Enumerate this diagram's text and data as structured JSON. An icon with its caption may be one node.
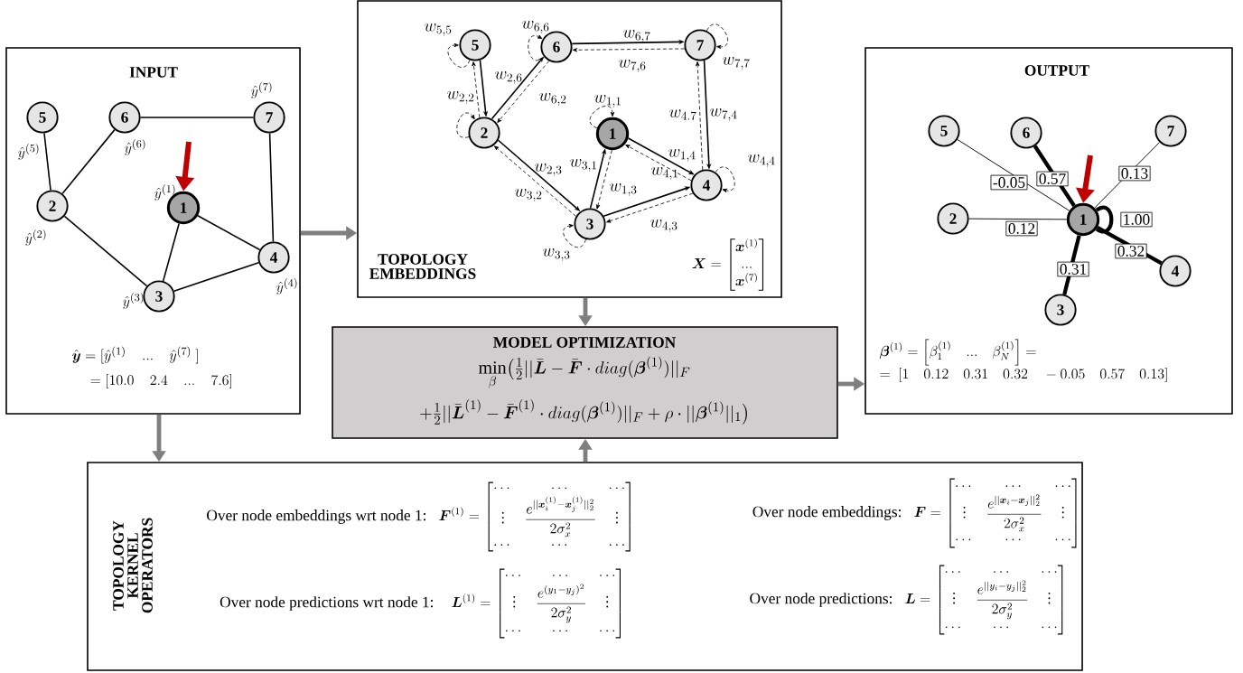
{
  "diagram": {
    "nodes": [
      {
        "text": [
          "INPUT",
          "\\hat{\\boldsymbol{y}} = [\\hat{y}^{(1)} \\quad ... \\quad \\hat{y}^{(7)}\\ ]",
          "= [10.0 \\quad 2.4 \\quad ... \\quad 7.6]"
        ]
      },
      {
        "text": [
          "1"
        ],
        "in": 0,
        "beside": [
          "\\hat{y}^{(1)}"
        ]
      },
      {
        "text": [
          "2"
        ],
        "in": 0,
        "beside": [
          "\\hat{y}^{(2)}"
        ]
      },
      {
        "text": [
          "3"
        ],
        "in": 0,
        "beside": [
          "\\hat{y}^{(3)}"
        ]
      },
      {
        "text": [
          "4"
        ],
        "in": 0,
        "beside": [
          "\\hat{y}^{(4)}"
        ]
      },
      {
        "text": [
          "5"
        ],
        "in": 0,
        "beside": [
          "\\hat{y}^{(5)}"
        ]
      },
      {
        "text": [
          "6"
        ],
        "in": 0,
        "beside": [
          "\\hat{y}^{(6)}"
        ]
      },
      {
        "text": [
          "7"
        ],
        "in": 0,
        "beside": [
          "\\hat{y}^{(7)}"
        ]
      },
      {
        "text": [
          "TOPOLOGY EMBEDDINGS",
          "\\boldsymbol{X} = \\begin{bmatrix}\\boldsymbol{x}^{(1)} \\\\ ... \\\\ \\boldsymbol{x}^{(7)}\\end{bmatrix}"
        ]
      },
      {
        "text": [
          "1"
        ],
        "in": 8
      },
      {
        "text": [
          "2"
        ],
        "in": 8
      },
      {
        "text": [
          "3"
        ],
        "in": 8
      },
      {
        "text": [
          "4"
        ],
        "in": 8
      },
      {
        "text": [
          "5"
        ],
        "in": 8
      },
      {
        "text": [
          "6"
        ],
        "in": 8
      },
      {
        "text": [
          "7"
        ],
        "in": 8
      },
      {
        "text": [
          "OUTPUT",
          "\\boldsymbol{\\beta}^{(1)} = \\left[\\beta_1^{(1)} \\quad ... \\quad \\beta_N^{(1)}\\right] =",
          "= \\ [1 \\quad 0.12 \\quad 0.31 \\quad 0.32 \\quad -0.05 \\quad 0.57 \\quad 0.13]"
        ]
      },
      {
        "text": [
          "1"
        ],
        "in": 16
      },
      {
        "text": [
          "2"
        ],
        "in": 16
      },
      {
        "text": [
          "3"
        ],
        "in": 16
      },
      {
        "text": [
          "4"
        ],
        "in": 16
      },
      {
        "text": [
          "5"
        ],
        "in": 16
      },
      {
        "text": [
          "6"
        ],
        "in": 16
      },
      {
        "text": [
          "7"
        ],
        "in": 16
      },
      {
        "text": [
          "MODEL OPTIMIZATION",
          "\\min_{\\beta}\\bigl(\\tfrac{1}{2}||\\bar{\\boldsymbol{L}} - \\bar{\\boldsymbol{F}} \\cdot diag(\\boldsymbol{\\beta}^{(1)})||_F",
          "+ \\tfrac{1}{2}||\\bar{\\boldsymbol{L}}^{(1)} - \\bar{\\boldsymbol{F}}^{(1)} \\cdot diag(\\boldsymbol{\\beta}^{(1)})||_F + \\rho \\cdot ||\\boldsymbol{\\beta}^{(1)}||_1\\bigr)"
        ]
      },
      {
        "text": [
          "TOPOLOGY KERNEL OPERATORS",
          "Over node embeddings wrt node 1:",
          "\\boldsymbol{F}^{(1)} = \\begin{bmatrix}\\cdots & \\cdots & \\cdots \\\\ \\vdots & \\dfrac{e^{||\\boldsymbol{x}_i^{(1)}-\\boldsymbol{x}_j^{(1)}||_2^2}}{2\\sigma_x^2} & \\vdots \\\\ \\cdots & \\cdots & \\cdots\\end{bmatrix}",
          "Over node predictions wrt node 1:",
          "\\boldsymbol{L}^{(1)} = \\begin{bmatrix}\\cdots & \\cdots & \\cdots \\\\ \\vdots & \\dfrac{e^{(y_1-y_j)^2}}{2\\sigma_y^2} & \\vdots \\\\ \\cdots & \\cdots & \\cdots\\end{bmatrix}",
          "Over node embeddings:",
          "\\boldsymbol{F} = \\begin{bmatrix}\\cdots & \\cdots & \\cdots \\\\ \\vdots & \\dfrac{e^{||\\boldsymbol{x}_i-\\boldsymbol{x}_j||_2^2}}{2\\sigma_x^2} & \\vdots \\\\ \\cdots & \\cdots & \\cdots\\end{bmatrix}",
          "Over node predictions:",
          "\\boldsymbol{L} = \\begin{bmatrix}\\cdots & \\cdots & \\cdots \\\\ \\vdots & \\dfrac{e^{||y_i-y_j||_2^2}}{2\\sigma_y^2} & \\vdots \\\\ \\cdots & \\cdots & \\cdots\\end{bmatrix}"
        ]
      }
    ],
    "edges": [
      {
        "from": 5,
        "to": 2,
        "arrow": "none"
      },
      {
        "from": 6,
        "to": 2,
        "arrow": "none"
      },
      {
        "from": 6,
        "to": 7,
        "arrow": "none"
      },
      {
        "from": 7,
        "to": 4,
        "arrow": "none"
      },
      {
        "from": 1,
        "to": 4,
        "arrow": "none"
      },
      {
        "from": 1,
        "to": 3,
        "arrow": "none"
      },
      {
        "from": 2,
        "to": 3,
        "arrow": "none"
      },
      {
        "from": 3,
        "to": 4,
        "arrow": "none"
      },
      {
        "from": null,
        "to": 1,
        "arrow": "to",
        "style": "thick",
        "color": "#c00000"
      },
      {
        "from": 0,
        "to": 8,
        "arrow": "to",
        "style": "thick",
        "color": "#7f7f7f"
      },
      {
        "from": 8,
        "to": 24,
        "arrow": "to",
        "style": "thick",
        "color": "#7f7f7f"
      },
      {
        "from": 24,
        "to": 16,
        "arrow": "to",
        "style": "thick",
        "color": "#7f7f7f"
      },
      {
        "from": 0,
        "to": 25,
        "arrow": "to",
        "style": "thick",
        "color": "#7f7f7f"
      },
      {
        "from": 25,
        "to": 24,
        "arrow": "to",
        "style": "thick",
        "color": "#7f7f7f"
      },
      {
        "from": 13,
        "to": 10,
        "arrow": "to"
      },
      {
        "from": 10,
        "to": 13,
        "arrow": "to",
        "style": "dashed"
      },
      {
        "from": 10,
        "to": 14,
        "arrow": "to",
        "label": "w_{2,6}"
      },
      {
        "from": 14,
        "to": 10,
        "arrow": "to",
        "style": "dashed",
        "label": "w_{6,2}"
      },
      {
        "from": 14,
        "to": 15,
        "arrow": "to",
        "label": "w_{6,7}"
      },
      {
        "from": 15,
        "to": 14,
        "arrow": "to",
        "style": "dashed",
        "label": "w_{7,6}"
      },
      {
        "from": 15,
        "to": 12,
        "arrow": "to",
        "label": "w_{7,4}"
      },
      {
        "from": 12,
        "to": 15,
        "arrow": "to",
        "style": "dashed",
        "label": "w_{4.7}"
      },
      {
        "from": 9,
        "to": 12,
        "arrow": "to",
        "label": "w_{1,4}"
      },
      {
        "from": 12,
        "to": 9,
        "arrow": "to",
        "style": "dashed",
        "label": "w_{4,1}"
      },
      {
        "from": 11,
        "to": 9,
        "arrow": "to",
        "label": "w_{3,1}"
      },
      {
        "from": 9,
        "to": 11,
        "arrow": "to",
        "style": "dashed",
        "label": "w_{1,3}"
      },
      {
        "from": 10,
        "to": 11,
        "arrow": "to",
        "label": "w_{2,3}"
      },
      {
        "from": 11,
        "to": 10,
        "arrow": "to",
        "style": "dashed",
        "label": "w_{3,2}"
      },
      {
        "from": 11,
        "to": 12,
        "arrow": "to"
      },
      {
        "from": 12,
        "to": 11,
        "arrow": "to",
        "style": "dashed",
        "label": "w_{4,3}"
      },
      {
        "from": 9,
        "to": 9,
        "arrow": "to",
        "style": "dashed",
        "label": "w_{1,1}"
      },
      {
        "from": 10,
        "to": 10,
        "arrow": "to",
        "style": "dashed",
        "label": "w_{2,2}"
      },
      {
        "from": 11,
        "to": 11,
        "arrow": "to",
        "style": "dashed",
        "label": "w_{3,3}"
      },
      {
        "from": 12,
        "to": 12,
        "arrow": "to",
        "style": "dashed",
        "label": "w_{4,4}"
      },
      {
        "from": 13,
        "to": 13,
        "arrow": "to",
        "style": "dashed",
        "label": "w_{5,5}"
      },
      {
        "from": 14,
        "to": 14,
        "arrow": "to",
        "style": "dashed",
        "label": "w_{6,6}"
      },
      {
        "from": 15,
        "to": 15,
        "arrow": "to",
        "style": "dashed",
        "label": "w_{7,7}"
      },
      {
        "from": 17,
        "to": 18,
        "arrow": "none",
        "label": "0.12"
      },
      {
        "from": 17,
        "to": 19,
        "arrow": "none",
        "style": "thick",
        "label": "0.31"
      },
      {
        "from": 17,
        "to": 20,
        "arrow": "none",
        "style": "thick",
        "label": "0.32"
      },
      {
        "from": 17,
        "to": 21,
        "arrow": "none",
        "label": "-0.05"
      },
      {
        "from": 17,
        "to": 22,
        "arrow": "none",
        "style": "thick",
        "label": "0.57"
      },
      {
        "from": 17,
        "to": 23,
        "arrow": "none",
        "label": "0.13"
      },
      {
        "from": 17,
        "to": 17,
        "arrow": "none",
        "style": "thick",
        "label": "1.00"
      },
      {
        "from": null,
        "to": 17,
        "arrow": "to",
        "style": "thick",
        "color": "#c00000"
      }
    ]
  }
}
